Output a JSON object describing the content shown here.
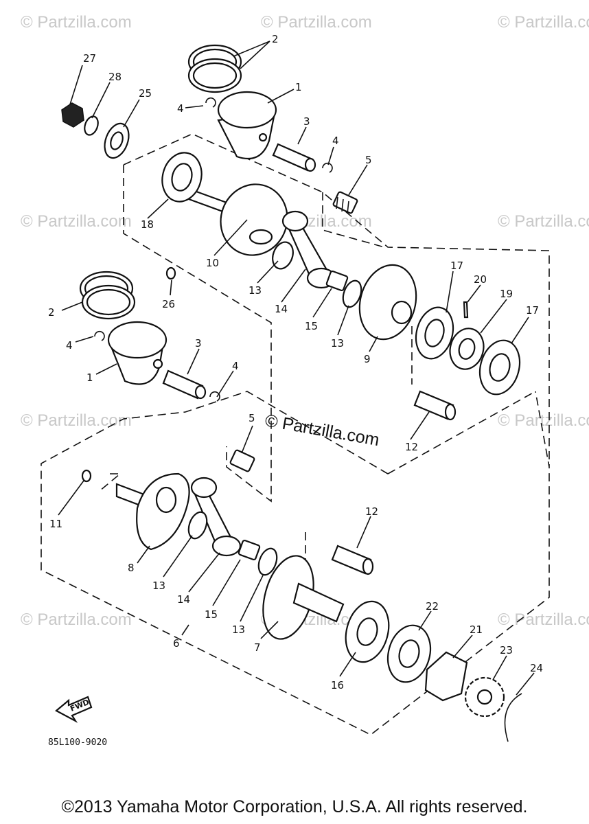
{
  "watermarks": {
    "tile_text": "© Partzilla.com",
    "center_text": "© Partzilla.com"
  },
  "callouts": [
    "27",
    "28",
    "25",
    "2",
    "1",
    "4",
    "3",
    "4",
    "5",
    "18",
    "10",
    "13",
    "14",
    "15",
    "13",
    "9",
    "17",
    "20",
    "19",
    "17",
    "12",
    "2",
    "26",
    "4",
    "1",
    "3",
    "4",
    "5",
    "11",
    "8",
    "13",
    "14",
    "15",
    "13",
    "12",
    "7",
    "16",
    "22",
    "21",
    "23",
    "24",
    "6"
  ],
  "fwd_label": "FWD",
  "diagram_code": "85L100-9020",
  "copyright": "©2013  Yamaha Motor Corporation, U.S.A. All rights reserved."
}
